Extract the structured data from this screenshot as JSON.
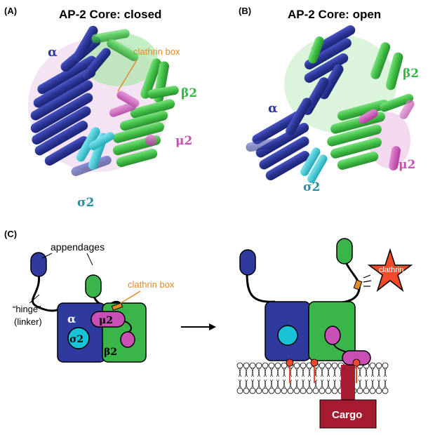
{
  "panelA": {
    "tag": "(A)",
    "title": "AP-2 Core: closed",
    "alpha": "α",
    "beta2": "β2",
    "mu2": "μ2",
    "sigma2": "σ2",
    "clathrin_box": "clathrin box"
  },
  "panelB": {
    "tag": "(B)",
    "title": "AP-2 Core: open",
    "alpha": "α",
    "beta2": "β2",
    "mu2": "μ2",
    "sigma2": "σ2"
  },
  "panelC": {
    "tag": "(C)",
    "appendages": "appendages",
    "hinge": "“hinge”",
    "linker": "(linker)",
    "clathrin_box": "clathrin box",
    "alpha": "α",
    "sigma2": "σ2",
    "mu2": "μ2",
    "beta2": "β2",
    "clathrin": "clathrin",
    "cargo": "Cargo"
  },
  "colors": {
    "alpha": "#2e3a9e",
    "beta2": "#3ab54a",
    "mu2": "#c94fb5",
    "sigma2": "#19c2d6",
    "clathrin_box": "#e08a2a",
    "clathrin_star": "#f04a2a",
    "cargo": "#a51c30",
    "lipid_head": "#ffffff"
  }
}
